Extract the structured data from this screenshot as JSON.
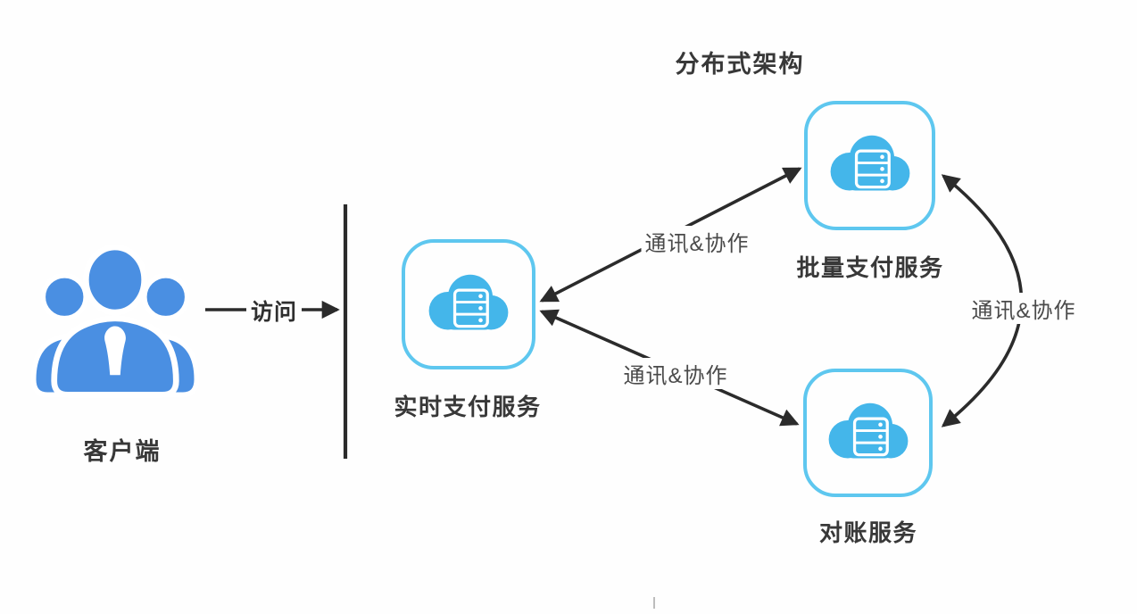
{
  "title": "分布式架构",
  "client": {
    "label": "客户端",
    "icon": "users-group-icon"
  },
  "access_arrow": {
    "label": "访问"
  },
  "nodes": [
    {
      "id": "realtime",
      "label": "实时支付服务",
      "icon": "cloud-server-icon"
    },
    {
      "id": "batch",
      "label": "批量支付服务",
      "icon": "cloud-server-icon"
    },
    {
      "id": "reconciliation",
      "label": "对账服务",
      "icon": "cloud-server-icon"
    }
  ],
  "edges": [
    {
      "from": "realtime",
      "to": "batch",
      "label": "通讯&协作",
      "bidirectional": true,
      "shape": "straight"
    },
    {
      "from": "realtime",
      "to": "reconciliation",
      "label": "通讯&协作",
      "bidirectional": true,
      "shape": "straight"
    },
    {
      "from": "batch",
      "to": "reconciliation",
      "label": "通讯&协作",
      "bidirectional": true,
      "shape": "curve-right"
    }
  ],
  "colors": {
    "people_blue": "#4a8fe2",
    "cloud_blue": "#44b6ea",
    "node_border": "#5ec7ef",
    "line_dark": "#2b2b2b",
    "label_dark": "#383838",
    "edge_label_gray": "#4a4a4a",
    "background": "#fefefe"
  }
}
